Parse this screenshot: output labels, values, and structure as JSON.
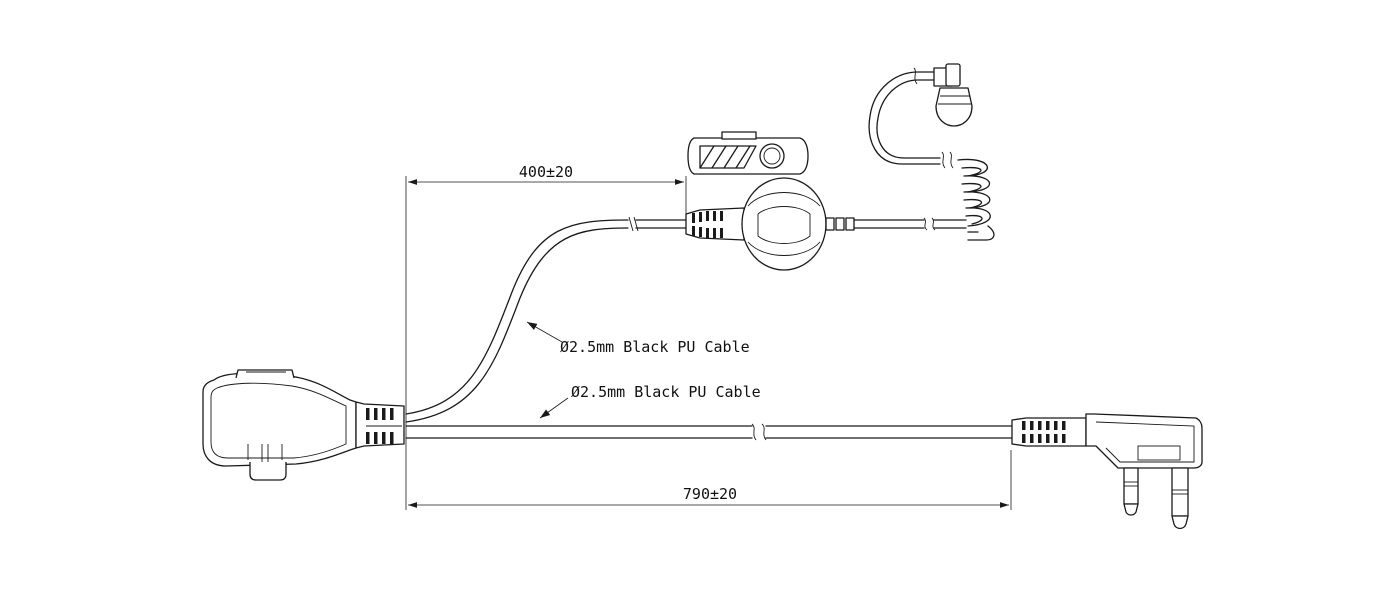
{
  "diagram": {
    "dimensions": {
      "earpiece_branch_length": "400±20",
      "total_cable_length": "790±20"
    },
    "cables": {
      "upper_cable_label": "Ø2.5mm Black PU Cable",
      "lower_cable_label": "Ø2.5mm Black PU Cable"
    },
    "colors": {
      "line": "#1a1a1a",
      "background": "#ffffff"
    }
  }
}
